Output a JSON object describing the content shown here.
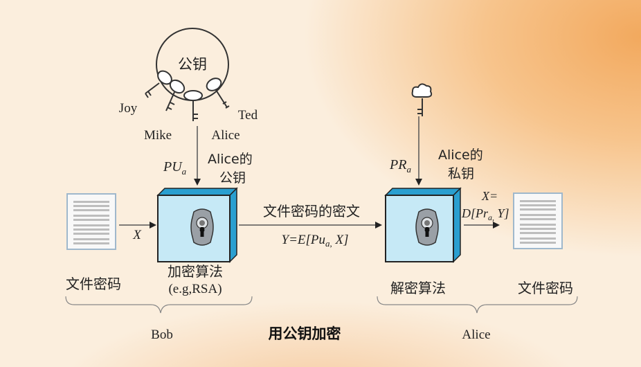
{
  "keyring": {
    "label": "公钥",
    "keys": [
      "Joy",
      "Mike",
      "Alice",
      "Ted"
    ]
  },
  "sender": {
    "doc_label": "文件密码",
    "input_var": "X",
    "pubkey_symbol": "PU",
    "pubkey_sub": "a",
    "pubkey_desc_line1": "Alice的",
    "pubkey_desc_line2": "公钥",
    "algo_line1": "加密算法",
    "algo_line2": "(e.g,RSA)",
    "party": "Bob"
  },
  "channel": {
    "label": "文件密码的密文",
    "formula_pre": "Y=E[Pu",
    "formula_sub": "a,",
    "formula_post": " X]"
  },
  "receiver": {
    "privkey_symbol": "PR",
    "privkey_sub": "a",
    "privkey_desc_line1": "Alice的",
    "privkey_desc_line2": "私钥",
    "output_line1": "X=",
    "output_pre": "D[Pr",
    "output_sub": "a,",
    "output_post": "  Y]",
    "algo_label": "解密算法",
    "doc_label": "文件密码",
    "party": "Alice"
  },
  "caption": "用公钥加密",
  "colors": {
    "box_front": "#c6e9f6",
    "box_side": "#2a9fd0",
    "arrow": "#555555"
  }
}
